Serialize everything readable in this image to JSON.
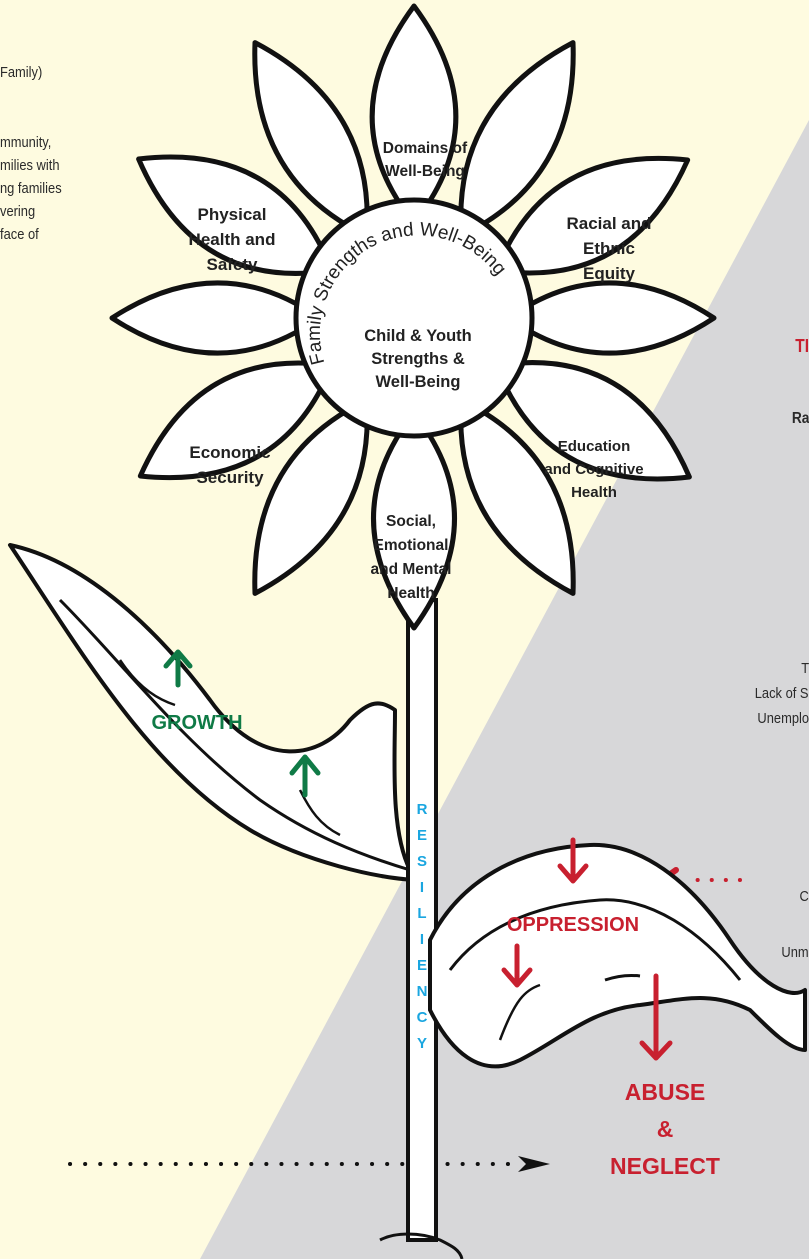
{
  "left_text": {
    "line1": "Family)",
    "line2": "mmunity,",
    "line3": "milies with",
    "line4": "ng families",
    "line5": "vering",
    "line6": "face of"
  },
  "right_text": {
    "heading": "TI",
    "line_ra": "Ra",
    "line_t": "T",
    "line_lack": "Lack of S",
    "line_unemplo": "Unemplo",
    "line_c": "C",
    "line_unm": "Unm"
  },
  "flower": {
    "center_arc": "Family Strengths and Well-Being",
    "center_title": [
      "Child & Youth",
      "Strengths &",
      "Well-Being"
    ],
    "petals": {
      "top": [
        "Domains of",
        "Well-Being"
      ],
      "top_right": [
        "Racial and",
        "Ethnic",
        "Equity"
      ],
      "top_left": [
        "Physical",
        "Health and",
        "Safety"
      ],
      "left": [
        "Economic",
        "Security"
      ],
      "right": [
        "Education",
        "and Cognitive",
        "Health"
      ],
      "bottom": [
        "Social,",
        "Emotional",
        "and Mental",
        "Health"
      ]
    }
  },
  "labels": {
    "growth": "GROWTH",
    "resiliency": [
      "R",
      "E",
      "S",
      "I",
      "L",
      "I",
      "E",
      "N",
      "C",
      "Y"
    ],
    "oppression": "OPPRESSION",
    "abuse": [
      "ABUSE",
      "&",
      "NEGLECT"
    ]
  },
  "colors": {
    "background": "#fefbe0",
    "shadow_region": "#d7d7d9",
    "green": "#0f7a46",
    "red": "#c8202f",
    "cyan": "#1aa6e0",
    "outline": "#111111"
  }
}
